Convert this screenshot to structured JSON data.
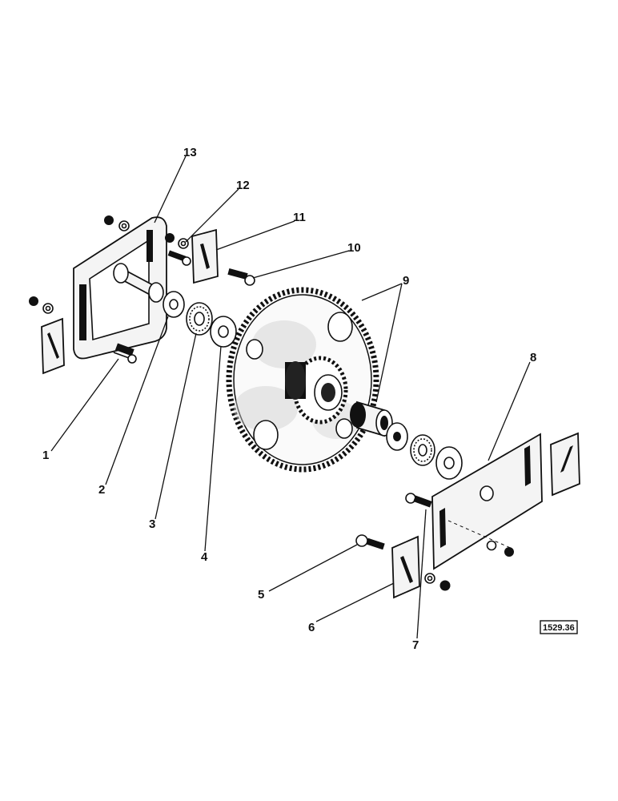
{
  "figure_label": "1529.36",
  "callouts": {
    "c1": "1",
    "c2": "2",
    "c3": "3",
    "c4": "4",
    "c5": "5",
    "c6": "6",
    "c7": "7",
    "c8": "8",
    "c9": "9",
    "c10": "10",
    "c11": "11",
    "c12": "12",
    "c13": "13"
  }
}
